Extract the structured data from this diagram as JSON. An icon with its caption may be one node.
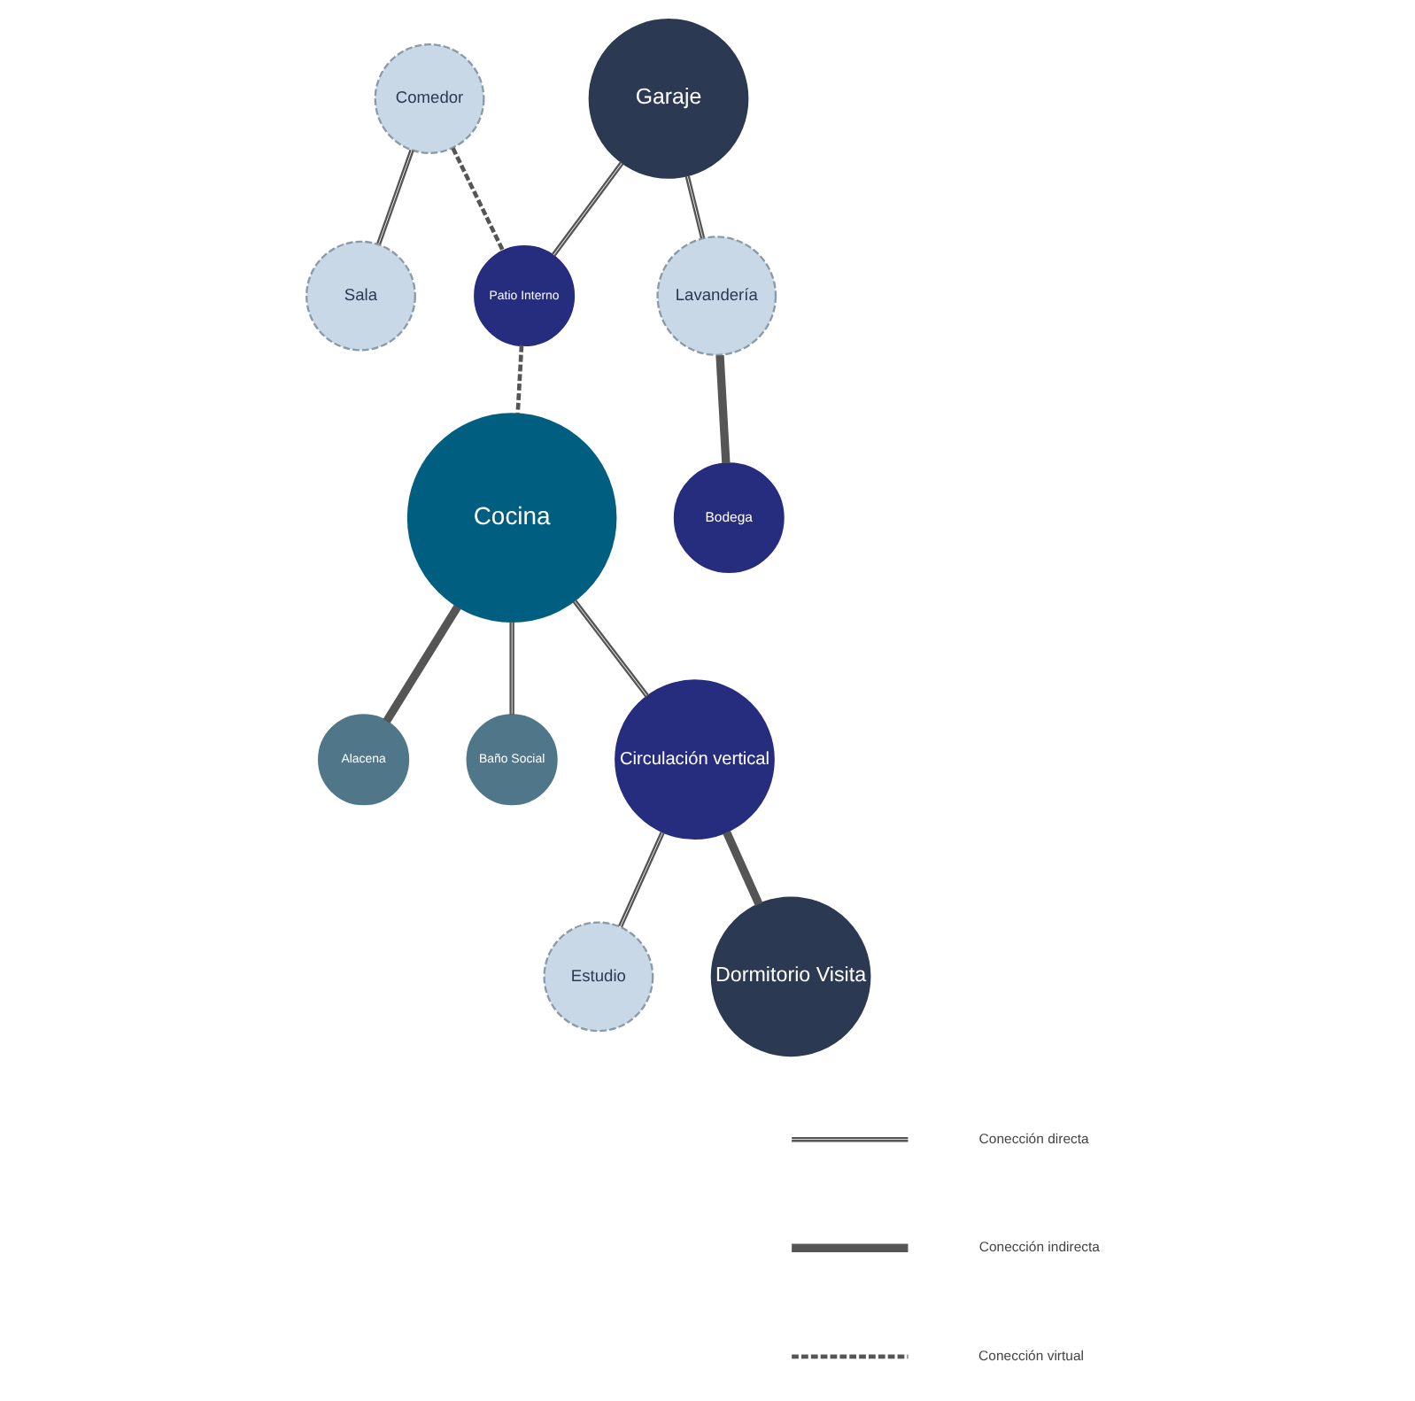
{
  "diagram": {
    "nodes": [
      {
        "text": [
          "Comedor"
        ]
      },
      {
        "text": [
          "Sala"
        ]
      },
      {
        "text": [
          "Garaje"
        ]
      },
      {
        "text": [
          "Alacena"
        ]
      },
      {
        "text": [
          "Patio Interno"
        ]
      },
      {
        "text": [
          "Cocina"
        ]
      },
      {
        "text": [
          "Baño Social"
        ]
      },
      {
        "text": [
          "Estudio"
        ]
      },
      {
        "text": [
          "Circulación vertical"
        ]
      },
      {
        "text": [
          "Lavandería"
        ]
      },
      {
        "text": [
          "Bodega"
        ]
      },
      {
        "text": [
          "Dormitorio Visita"
        ]
      }
    ],
    "edges": [
      {
        "from": 0,
        "to": 1,
        "arrow": "none"
      },
      {
        "from": 0,
        "to": 4,
        "arrow": "none",
        "style": "dashed"
      },
      {
        "from": 2,
        "to": 4,
        "arrow": "none"
      },
      {
        "from": 4,
        "to": 5,
        "arrow": "none",
        "style": "dashed"
      },
      {
        "from": 5,
        "to": 3,
        "arrow": "none",
        "style": "thick"
      },
      {
        "from": 5,
        "to": 6,
        "arrow": "none"
      },
      {
        "from": 5,
        "to": 8,
        "arrow": "none"
      },
      {
        "from": 8,
        "to": 7,
        "arrow": "none"
      },
      {
        "from": 2,
        "to": 9,
        "arrow": "none"
      },
      {
        "from": 9,
        "to": 10,
        "arrow": "none",
        "style": "thick"
      },
      {
        "from": 8,
        "to": 11,
        "arrow": "none",
        "style": "thick"
      }
    ],
    "legend": [
      {
        "text": "Conección directa"
      },
      {
        "text": "Conección indirecta"
      },
      {
        "text": "Conección virtual"
      }
    ]
  }
}
